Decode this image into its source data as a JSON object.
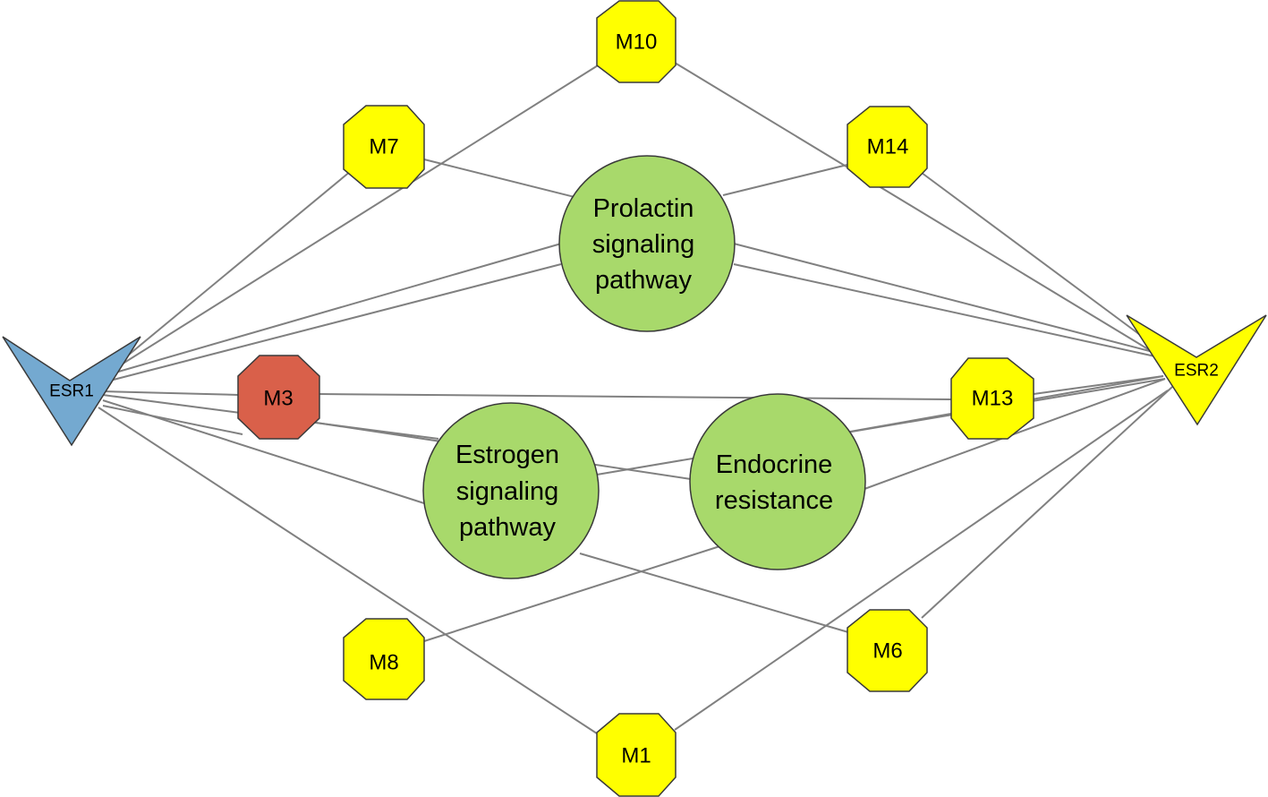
{
  "colors": {
    "edge": "#808080",
    "hub_esr1": "#74a9d0",
    "hub_esr2": "#ffff00",
    "module_default": "#ffff00",
    "module_highlight": "#d9604a",
    "pathway": "#a8d96b"
  },
  "nodes": {
    "esr1": {
      "label": "ESR1",
      "shape": "v-arrow",
      "color": "#74a9d0"
    },
    "esr2": {
      "label": "ESR2",
      "shape": "v-arrow",
      "color": "#ffff00"
    },
    "m10": {
      "label": "M10",
      "shape": "octagon",
      "color": "#ffff00"
    },
    "m7": {
      "label": "M7",
      "shape": "octagon",
      "color": "#ffff00"
    },
    "m14": {
      "label": "M14",
      "shape": "octagon",
      "color": "#ffff00"
    },
    "m3": {
      "label": "M3",
      "shape": "octagon",
      "color": "#d9604a"
    },
    "m13": {
      "label": "M13",
      "shape": "octagon",
      "color": "#ffff00"
    },
    "m8": {
      "label": "M8",
      "shape": "octagon",
      "color": "#ffff00"
    },
    "m6": {
      "label": "M6",
      "shape": "octagon",
      "color": "#ffff00"
    },
    "m1": {
      "label": "M1",
      "shape": "octagon",
      "color": "#ffff00"
    },
    "prolactin": {
      "label_lines": [
        "Prolactin",
        "signaling",
        "pathway"
      ],
      "shape": "circle",
      "color": "#a8d96b"
    },
    "estrogen": {
      "label_lines": [
        "Estrogen",
        "signaling",
        "pathway"
      ],
      "shape": "circle",
      "color": "#a8d96b"
    },
    "endocrine": {
      "label_lines": [
        "Endocrine",
        "resistance"
      ],
      "shape": "circle",
      "color": "#a8d96b"
    }
  }
}
